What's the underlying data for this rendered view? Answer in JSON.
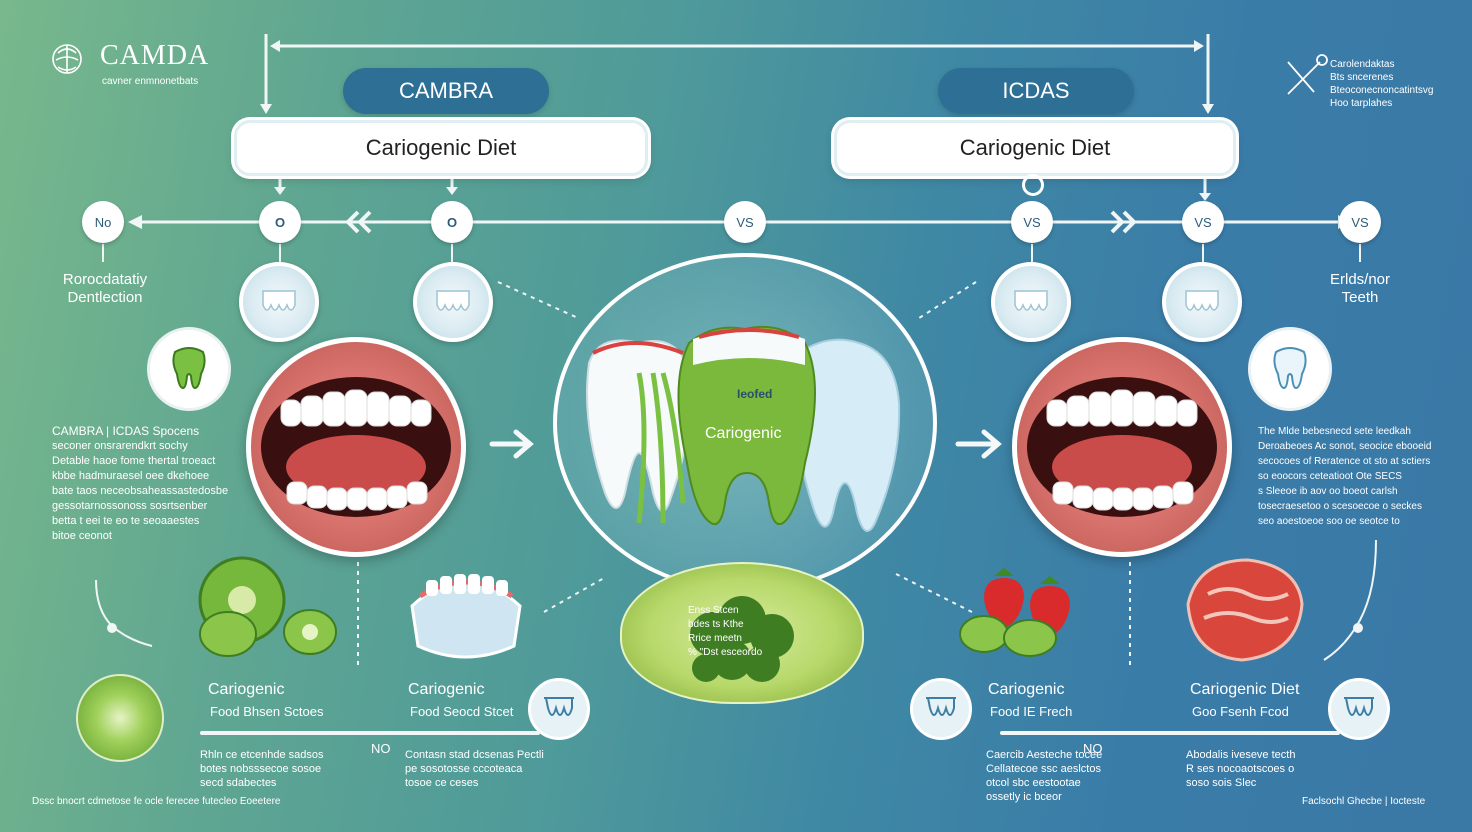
{
  "brand": {
    "logo_text": "CAMDA",
    "subtitle": "cavner enmnonetbats"
  },
  "headers": {
    "left_pill": "CAMBRA",
    "right_pill": "ICDAS",
    "left_box": "Cariogenic Diet",
    "right_box": "Cariogenic Diet"
  },
  "top_right_note": {
    "lines": [
      "Carolendaktas",
      "Bts sncerenes",
      "Bteoconecnoncatintsvg",
      "Hoo tarplahes"
    ]
  },
  "timeline": {
    "nodes": [
      "No",
      "O",
      "O",
      "VS",
      "VS",
      "VS",
      "VS"
    ],
    "left_label": [
      "Rorocdatatiy",
      "Dentlection"
    ],
    "right_label": [
      "Erlds/nor",
      "Teeth"
    ]
  },
  "left_block": {
    "heading": "CAMBRA | ICDAS Spocens",
    "lines": [
      "seconer onsrarendkrt sochy",
      "Detable haoe fome thertal troeact",
      "kbbe hadmuraesel oee dkehoee",
      "bate taos neceobsaheassastedosbe",
      "gessotarnossonoss sosrtsenber",
      "betta t eei te eo te seoaaestes",
      "bitoe ceonot"
    ]
  },
  "right_block": {
    "lines": [
      "The Mlde bebesnecd sete leedkah",
      "Deroabeoes Ac sonot, seocice ebooeid",
      "secocoes of Reratence ot sto at sctiers",
      "so eoocors ceteatioot Ote SECS",
      "s Sleeoe ib aov oo boeot carlsh",
      "tosecraesetoo o scesoecoe o seckes",
      "seo aoestoeoe soo oe seotce to"
    ]
  },
  "center": {
    "tooth_top_label": "Ieofed",
    "tooth_main_label": "Cariogenic",
    "food_lines": [
      "Enss Stcen",
      "bdes ts Kthe",
      "Rrice meetn",
      "% \"Dst esceordo"
    ]
  },
  "foods": {
    "left1_title": "Cariogenic",
    "left1_sub": "Food  Bhsen Sctoes",
    "left2_title": "Cariogenic",
    "left2_sub": "Food  Seocd Stcet",
    "right1_title": "Cariogenic",
    "right1_sub": "Food  IE Frech",
    "right2_title": "Cariogenic Diet",
    "right2_sub": "Goo  Fsenh Fcod"
  },
  "no_labels": {
    "left": "NO",
    "right": "NO"
  },
  "bottom_notes": {
    "left_a": [
      "Rhln ce etcenhde sadsos",
      "botes nobsssecoe sosoe",
      "secd sdabectes"
    ],
    "left_b": [
      "Contasn stad dcsenas Pectli",
      "pe sosotosse cccoteaca",
      "tosoe ce ceses"
    ],
    "right_a": [
      "Caercib Aesteche tocee",
      "Cellatecoe ssc aeslctos",
      "otcol sbc eestootae",
      "ossetly ic bceor"
    ],
    "right_b": [
      "Abodalis iveseve tecth",
      "R ses nocoaotscoes o",
      "soso sois Slec"
    ]
  },
  "footer": {
    "left": "Dssc bnocrt cdmetose fe ocle ferecee futecleo Eoeetere",
    "right": "Faclsochl Ghecbe  |  Iocteste"
  },
  "colors": {
    "pill": "#2e6f96",
    "green_tooth": "#79b83a",
    "bg_left": "#78b88c",
    "bg_right": "#3a78a6"
  }
}
